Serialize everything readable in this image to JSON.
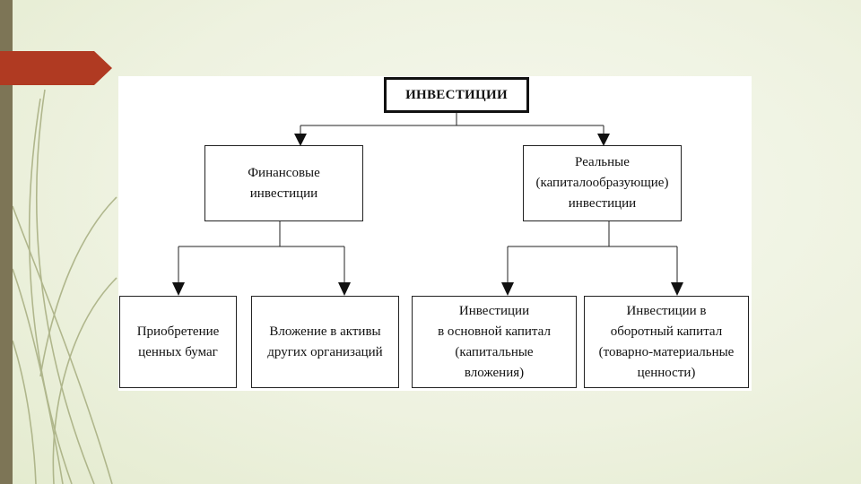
{
  "slide": {
    "colors": {
      "background": "#ecf1dd",
      "left_bar": "#7d7556",
      "accent_arrow": "#b03a22",
      "decor_lines": "#a6ad7f"
    }
  },
  "diagram": {
    "root": "ИНВЕСТИЦИИ",
    "financial": {
      "label": "Финансовые\nинвестиции",
      "children": [
        "Приобретение\nценных бумаг",
        "Вложение в активы\nдругих организаций"
      ]
    },
    "real": {
      "label": "Реальные\n(капиталообразующие)\nинвестиции",
      "children": [
        "Инвестиции\nв основной капитал\n(капитальные\nвложения)",
        "Инвестиции в\nоборотный капитал\n(товарно-материальные\nценности)"
      ]
    }
  }
}
